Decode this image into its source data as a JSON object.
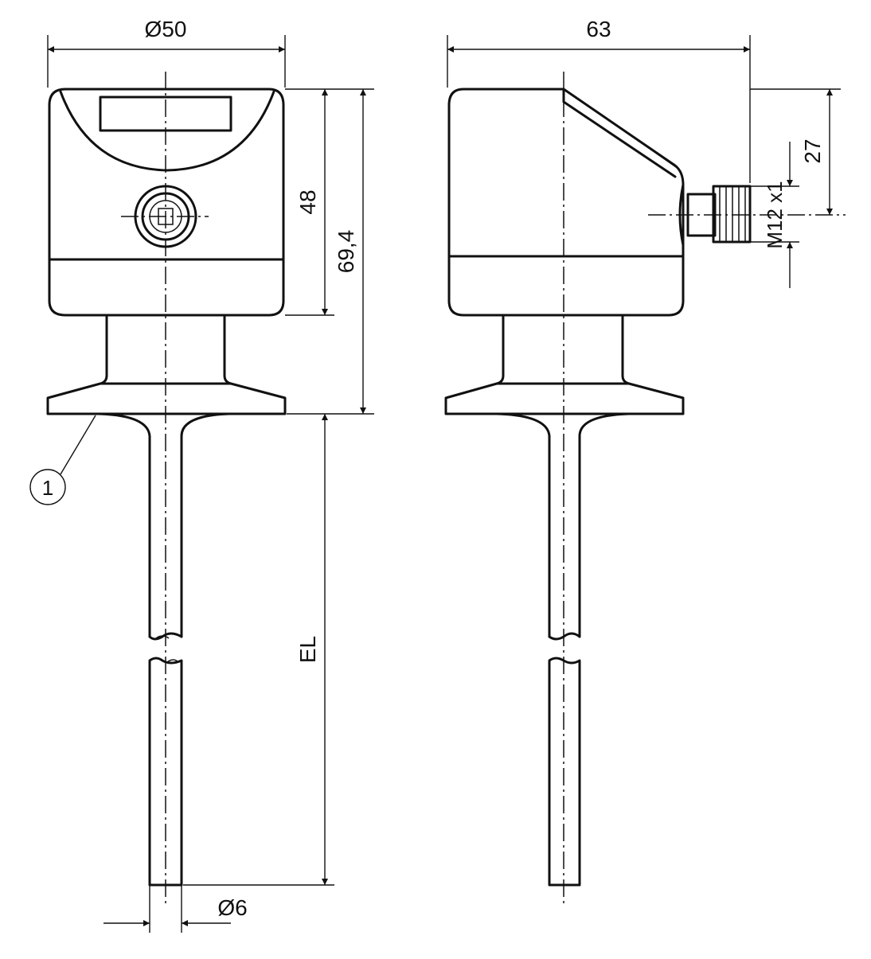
{
  "dimensions": {
    "housing_diameter": "Ø50",
    "depth": "63",
    "housing_height": "48",
    "total_height": "69,4",
    "connector_offset": "27",
    "connector_thread": "M12 x1",
    "insertion_length": "EL",
    "probe_diameter": "Ø6"
  },
  "callouts": {
    "process_connection": "1"
  }
}
